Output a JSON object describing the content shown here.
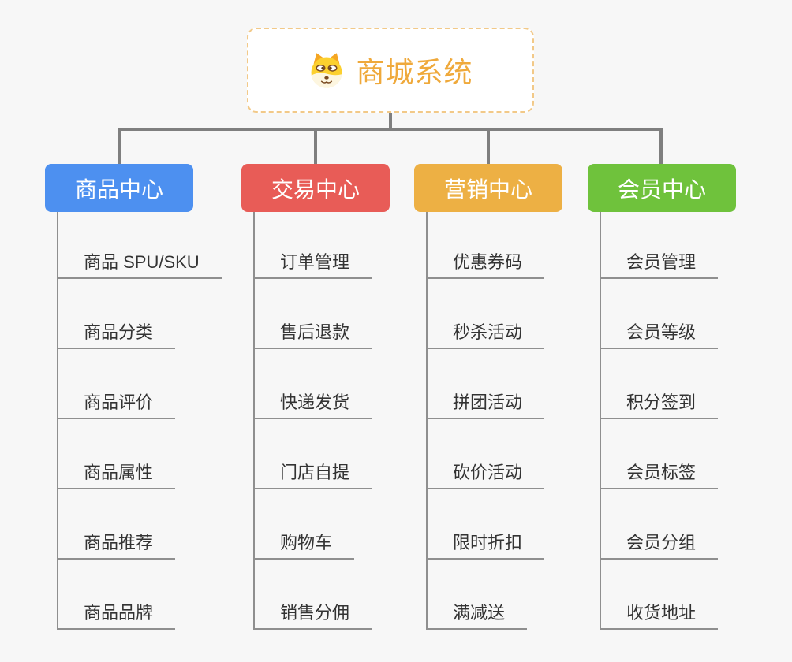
{
  "canvas": {
    "background": "#f7f7f7",
    "connector_color": "#7f7f7f",
    "leaf_line_color": "#8f8f8f",
    "leaf_text_color": "#333333"
  },
  "root": {
    "title": "商城系统",
    "icon": "dog-face-icon",
    "text_color": "#efa93b",
    "border_color": "#f2c988",
    "background": "#ffffff"
  },
  "branches": [
    {
      "label": "商品中心",
      "color": "#4d90f0",
      "items": [
        "商品 SPU/SKU",
        "商品分类",
        "商品评价",
        "商品属性",
        "商品推荐",
        "商品品牌"
      ]
    },
    {
      "label": "交易中心",
      "color": "#e85c57",
      "items": [
        "订单管理",
        "售后退款",
        "快递发货",
        "门店自提",
        "购物车",
        "销售分佣"
      ]
    },
    {
      "label": "营销中心",
      "color": "#edb044",
      "items": [
        "优惠券码",
        "秒杀活动",
        "拼团活动",
        "砍价活动",
        "限时折扣",
        "满减送"
      ]
    },
    {
      "label": "会员中心",
      "color": "#6fc23c",
      "items": [
        "会员管理",
        "会员等级",
        "积分签到",
        "会员标签",
        "会员分组",
        "收货地址"
      ]
    }
  ]
}
